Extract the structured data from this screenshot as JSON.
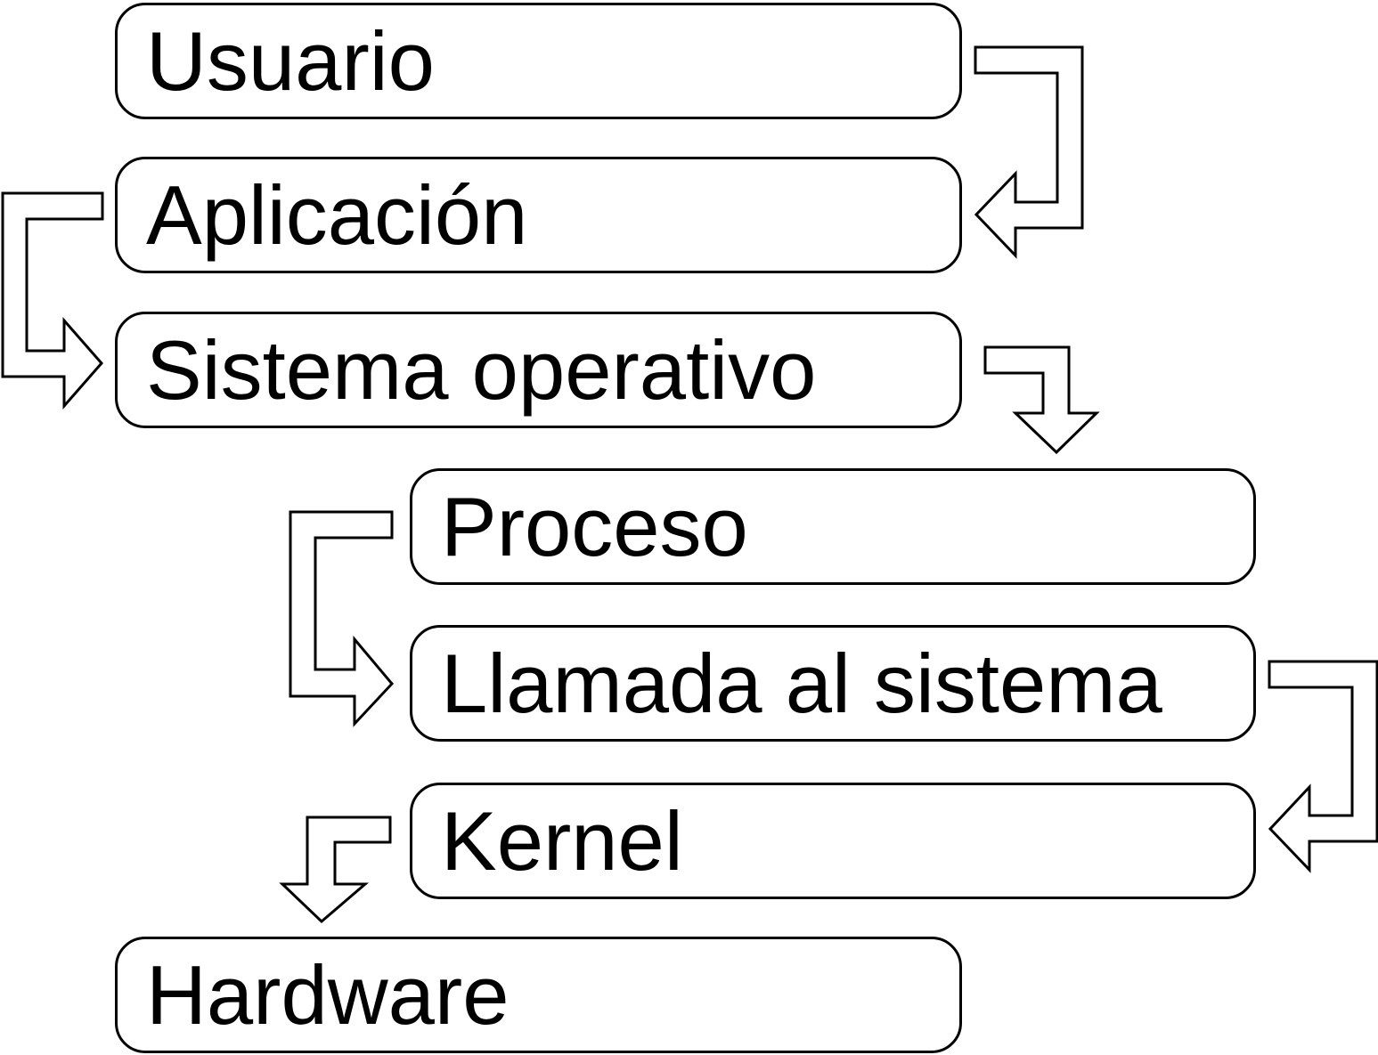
{
  "diagram": {
    "nodes": [
      {
        "id": "usuario",
        "label": "Usuario"
      },
      {
        "id": "aplicacion",
        "label": "Aplicación"
      },
      {
        "id": "sistema_operativo",
        "label": "Sistema operativo"
      },
      {
        "id": "proceso",
        "label": "Proceso"
      },
      {
        "id": "llamada_sistema",
        "label": "Llamada al sistema"
      },
      {
        "id": "kernel",
        "label": "Kernel"
      },
      {
        "id": "hardware",
        "label": "Hardware"
      }
    ],
    "edges": [
      {
        "from": "usuario",
        "to": "aplicacion"
      },
      {
        "from": "aplicacion",
        "to": "sistema_operativo"
      },
      {
        "from": "sistema_operativo",
        "to": "proceso"
      },
      {
        "from": "proceso",
        "to": "llamada_sistema"
      },
      {
        "from": "llamada_sistema",
        "to": "kernel"
      },
      {
        "from": "kernel",
        "to": "hardware"
      }
    ],
    "colors": {
      "stroke": "#000000",
      "fill": "#ffffff",
      "text": "#000000"
    }
  }
}
